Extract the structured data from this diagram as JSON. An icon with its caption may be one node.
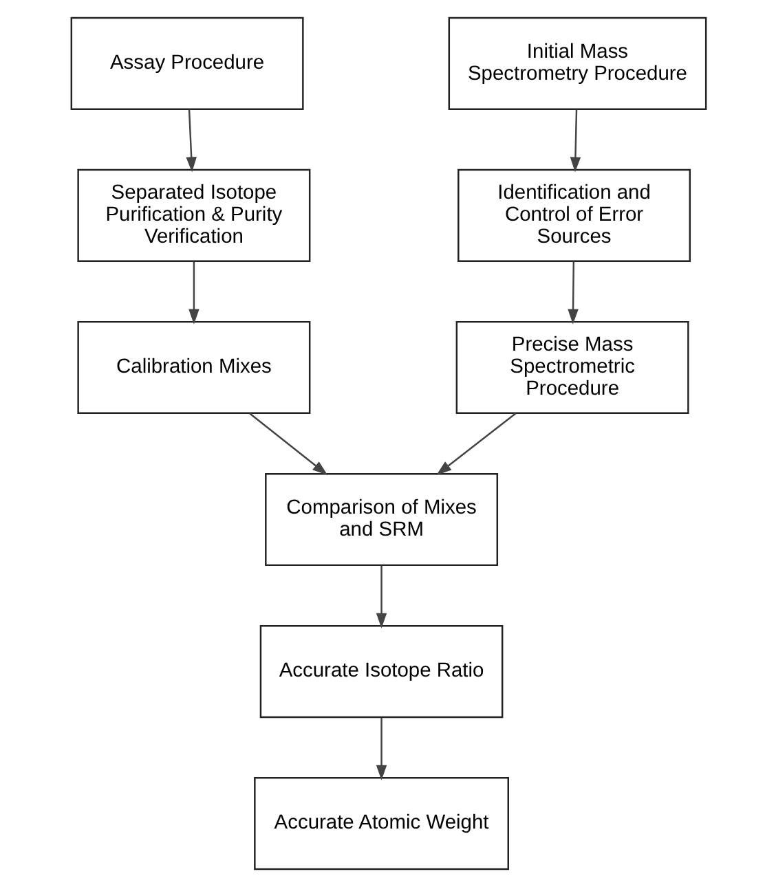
{
  "diagram": {
    "nodes": [
      {
        "text": [
          "Assay Procedure"
        ]
      },
      {
        "text": [
          "Initial Mass Spectrometry Procedure"
        ]
      },
      {
        "text": [
          "Separated Isotope Purification & Purity Verification"
        ]
      },
      {
        "text": [
          "Identification and Control of Error Sources"
        ]
      },
      {
        "text": [
          "Calibration Mixes"
        ]
      },
      {
        "text": [
          "Precise Mass Spectrometric Procedure"
        ]
      },
      {
        "text": [
          "Comparison of Mixes and SRM"
        ]
      },
      {
        "text": [
          "Accurate Isotope Ratio"
        ]
      },
      {
        "text": [
          "Accurate Atomic Weight"
        ]
      }
    ],
    "edges": [
      {
        "from": 0,
        "to": 2,
        "arrow": "to"
      },
      {
        "from": 2,
        "to": 4,
        "arrow": "to"
      },
      {
        "from": 1,
        "to": 3,
        "arrow": "to"
      },
      {
        "from": 3,
        "to": 5,
        "arrow": "to"
      },
      {
        "from": 4,
        "to": 6,
        "arrow": "to"
      },
      {
        "from": 5,
        "to": 6,
        "arrow": "to"
      },
      {
        "from": 6,
        "to": 7,
        "arrow": "to"
      },
      {
        "from": 7,
        "to": 8,
        "arrow": "to"
      }
    ]
  }
}
